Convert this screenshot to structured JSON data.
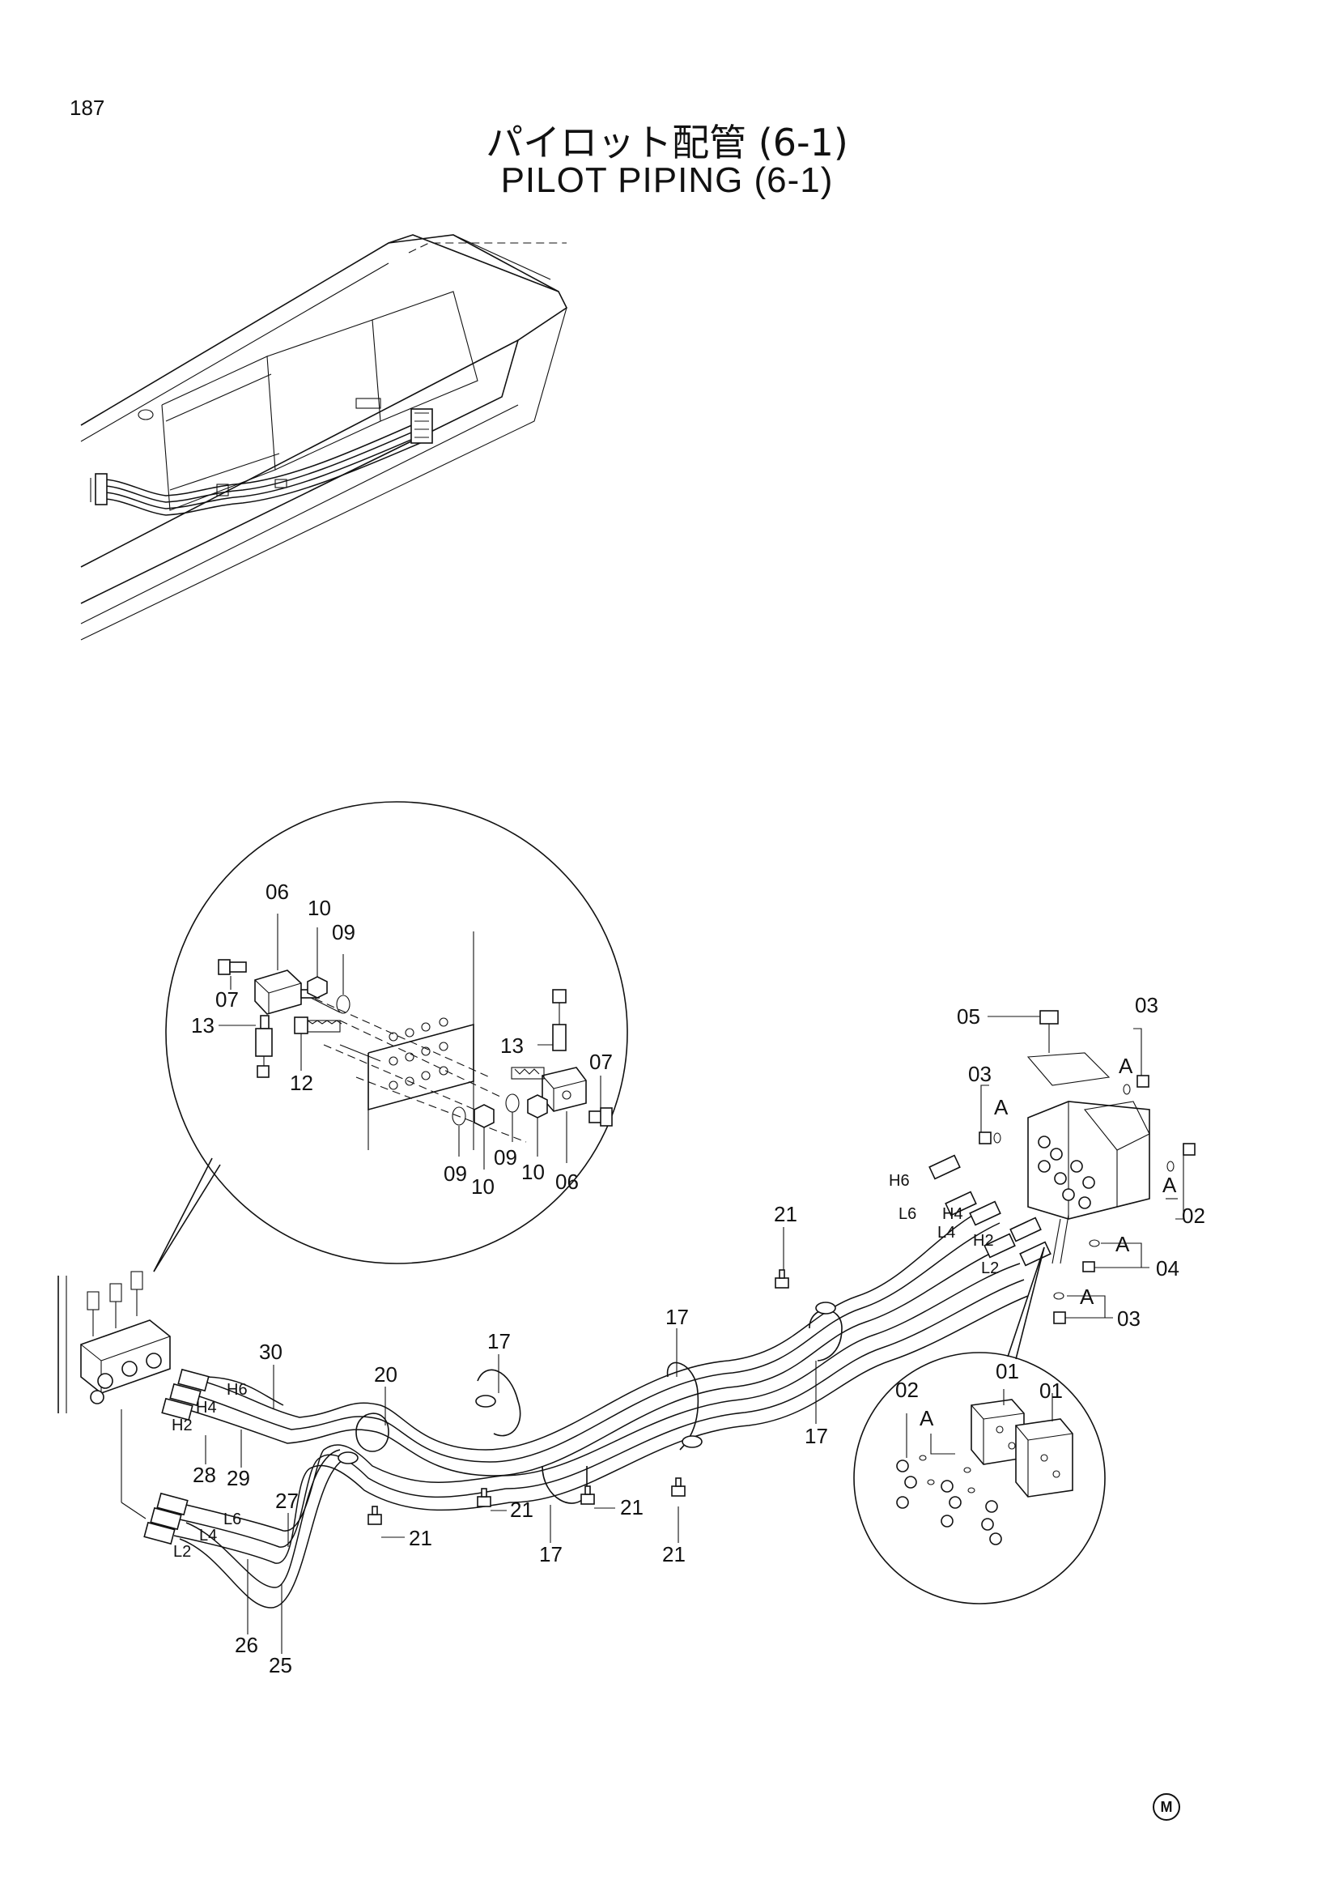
{
  "header": {
    "page_number": "187",
    "title_jp": "パイロット配管 (6-1)",
    "title_en": "PILOT PIPING (6-1)"
  },
  "callouts": {
    "c01a": "01",
    "c01b": "01",
    "c02a": "02",
    "c02b": "02",
    "c03a": "03",
    "c03b": "03",
    "c03c": "03",
    "c04": "04",
    "c05": "05",
    "c06a": "06",
    "c06b": "06",
    "c07a": "07",
    "c07b": "07",
    "c09a": "09",
    "c09b": "09",
    "c09c": "09",
    "c10a": "10",
    "c10b": "10",
    "c10c": "10",
    "c12": "12",
    "c13a": "13",
    "c13b": "13",
    "c17a": "17",
    "c17b": "17",
    "c17c": "17",
    "c17d": "17",
    "c20": "20",
    "c21a": "21",
    "c21b": "21",
    "c21c": "21",
    "c21d": "21",
    "c21e": "21",
    "c25": "25",
    "c26": "26",
    "c27": "27",
    "c28": "28",
    "c29": "29",
    "c30": "30"
  },
  "ports": {
    "h6a": "H6",
    "h4a": "H4",
    "h2a": "H2",
    "l6a": "L6",
    "l4a": "L4",
    "l2a": "L2",
    "h6b": "H6",
    "l6b": "L6",
    "h4b": "H4",
    "l4b": "L4",
    "h2b": "H2",
    "l2b": "L2"
  },
  "views": {
    "a1": "A",
    "a2": "A",
    "a3": "A",
    "a4": "A",
    "a5": "A",
    "a6": "A"
  },
  "footer": {
    "mark": "M"
  }
}
